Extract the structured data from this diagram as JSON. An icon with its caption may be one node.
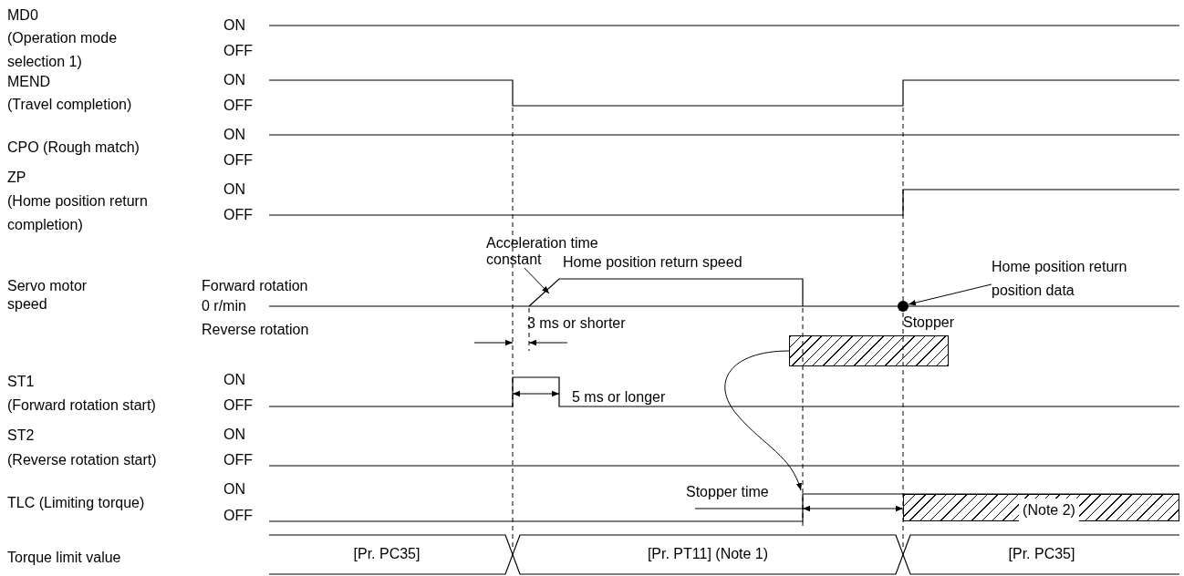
{
  "diagram": {
    "nodes": [
      {
        "text": [
          "Acceleration time constant"
        ]
      },
      {
        "text": [
          "Home position return position data"
        ]
      },
      {
        "text": [],
        "shape": "circle"
      },
      {
        "text": [
          "Stopper"
        ]
      }
    ],
    "edges": [
      {
        "from": 0,
        "to": null,
        "arrow": "to"
      },
      {
        "from": 1,
        "to": 2,
        "arrow": "to"
      },
      {
        "from": 3,
        "to": null,
        "arrow": "to"
      }
    ],
    "labels": [
      "MD0",
      "(Operation mode selection 1)",
      "ON",
      "OFF",
      "MEND",
      "(Travel completion)",
      "ON",
      "OFF",
      "CPO (Rough match)",
      "ON",
      "OFF",
      "ZP",
      "(Home position return completion)",
      "ON",
      "OFF",
      "Servo motor speed",
      "Forward rotation",
      "0 r/min",
      "Reverse rotation",
      "Home position return speed",
      "3 ms or shorter",
      "ST1",
      "(Forward rotation start)",
      "ON",
      "OFF",
      "5 ms or longer",
      "ST2",
      "(Reverse rotation start)",
      "ON",
      "OFF",
      "TLC (Limiting torque)",
      "ON",
      "OFF",
      "Stopper time",
      "(Note 2)",
      "Torque limit value",
      "[Pr. PC35]",
      "[Pr. PT11] (Note 1)",
      "[Pr. PC35]"
    ]
  }
}
